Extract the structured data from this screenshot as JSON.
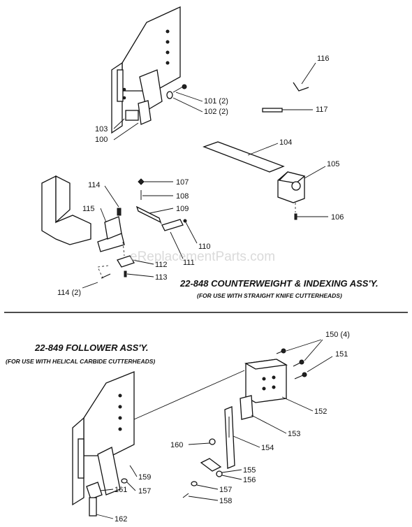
{
  "watermark": "eReplacementParts.com",
  "sections": {
    "counterweight": {
      "title": "22-848 COUNTERWEIGHT & INDEXING ASS'Y.",
      "subtitle": "(FOR USE WITH STRAIGHT KNIFE CUTTERHEADS)"
    },
    "follower": {
      "title": "22-849 FOLLOWER ASS'Y.",
      "subtitle": "(FOR USE WITH HELICAL CARBIDE CUTTERHEADS)"
    }
  },
  "callouts": {
    "c116": "116",
    "c117": "117",
    "c101": "101 (2)",
    "c102": "102 (2)",
    "c103": "103",
    "c100": "100",
    "c104": "104",
    "c105": "105",
    "c106": "106",
    "c107": "107",
    "c108": "108",
    "c109": "109",
    "c110": "110",
    "c111": "111",
    "c112": "112",
    "c113": "113",
    "c114": "114",
    "c114b": "114 (2)",
    "c115": "115",
    "c150": "150 (4)",
    "c151": "151",
    "c152": "152",
    "c153": "153",
    "c154": "154",
    "c155": "155",
    "c156": "156",
    "c157": "157",
    "c157b": "157",
    "c158": "158",
    "c159": "159",
    "c160": "160",
    "c161": "161",
    "c162": "162"
  }
}
